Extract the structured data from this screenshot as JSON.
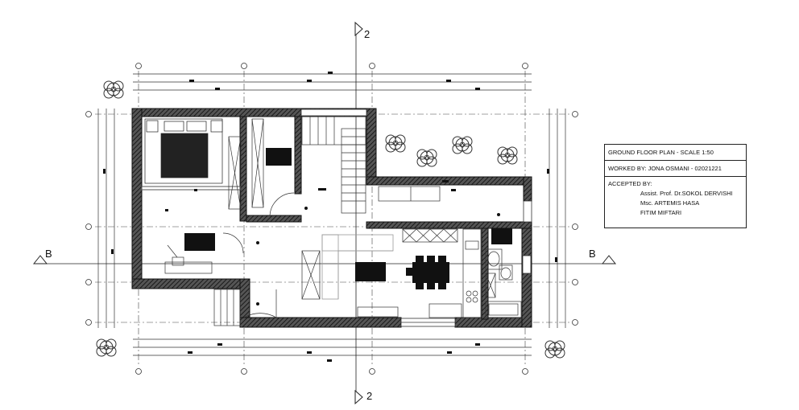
{
  "title_block": {
    "title": "GROUND FLOOR PLAN - SCALE 1:50",
    "worked_by": "WORKED BY:  JONA OSMANI - 02021221",
    "accepted_by_label": "ACCEPTED BY:",
    "approvers": [
      "Assist. Prof. Dr.SOKOL DERVISHI",
      "Msc. ARTEMIS HASA",
      "FITIM MIFTARI"
    ]
  },
  "section_markers": {
    "vertical_top": "2",
    "vertical_bottom": "2",
    "horizontal_left": "B",
    "horizontal_right": "B"
  },
  "colors": {
    "line": "#222222",
    "wall_hatch": "#333333",
    "furniture_dark": "#111111",
    "furniture_light": "#999999"
  },
  "icons": [
    "tree-icon",
    "section-arrow-icon",
    "grid-bubble-icon"
  ]
}
